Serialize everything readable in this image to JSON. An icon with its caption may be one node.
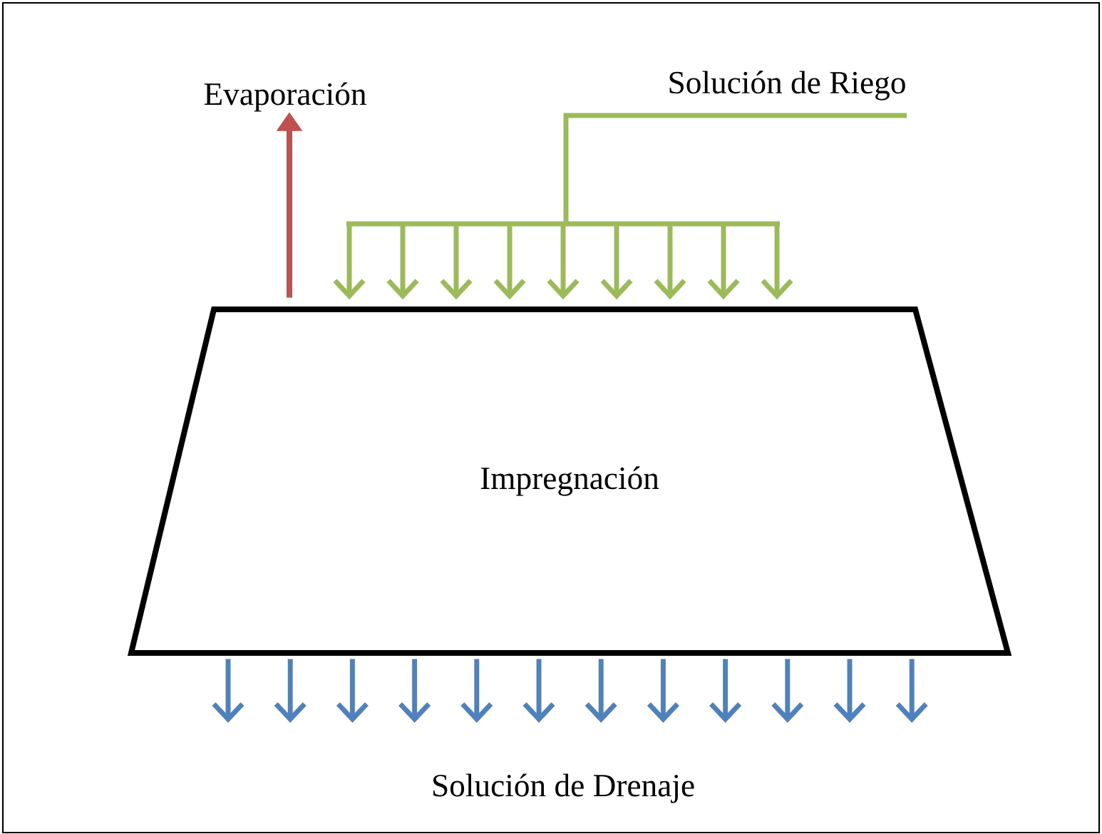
{
  "diagram": {
    "nodes": [
      {
        "text": [
          "Impregnación"
        ]
      },
      {
        "text": [
          "Evaporación"
        ]
      },
      {
        "text": [
          "Solución  de Riego"
        ]
      }
    ],
    "edges": [
      {
        "from": 0,
        "to": 1,
        "arrow": "to",
        "color": "#c0504d"
      },
      {
        "from": 2,
        "to": 0,
        "arrow": "to",
        "color": "#9bbb59"
      },
      {
        "from": 0,
        "to": null,
        "arrow": "to",
        "color": "#4f81bd"
      },
      {
        "from": 0,
        "to": null,
        "arrow": "to",
        "color": "#4f81bd"
      },
      {
        "from": 0,
        "to": null,
        "arrow": "to",
        "color": "#4f81bd"
      },
      {
        "from": 0,
        "to": null,
        "arrow": "to",
        "color": "#4f81bd"
      },
      {
        "from": 0,
        "to": null,
        "arrow": "to",
        "color": "#4f81bd"
      },
      {
        "from": 0,
        "to": null,
        "arrow": "to",
        "color": "#4f81bd"
      },
      {
        "from": 0,
        "to": null,
        "arrow": "to",
        "color": "#4f81bd"
      },
      {
        "from": 0,
        "to": null,
        "arrow": "to",
        "color": "#4f81bd"
      },
      {
        "from": 0,
        "to": null,
        "arrow": "to",
        "color": "#4f81bd"
      },
      {
        "from": 0,
        "to": null,
        "arrow": "to",
        "color": "#4f81bd"
      },
      {
        "from": 0,
        "to": null,
        "arrow": "to",
        "color": "#4f81bd"
      },
      {
        "from": 0,
        "to": null,
        "arrow": "to",
        "color": "#4f81bd"
      }
    ],
    "labels": [
      "Solución  de Drenaje"
    ]
  }
}
